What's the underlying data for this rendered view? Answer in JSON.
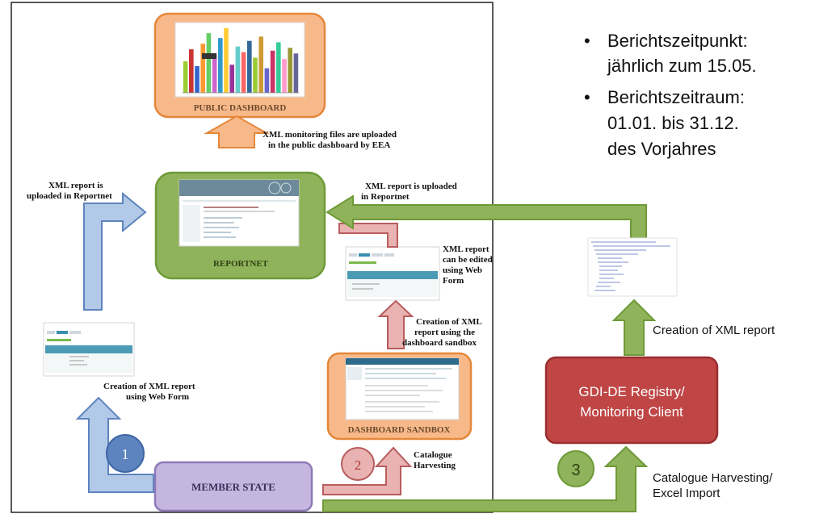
{
  "nodes": {
    "public_dashboard": "PUBLIC DASHBOARD",
    "reportnet": "REPORTNET",
    "dashboard_sandbox": "DASHBOARD SANDBOX",
    "member_state": "MEMBER STATE",
    "gdi_de_line1": "GDI-DE Registry/",
    "gdi_de_line2": "Monitoring Client"
  },
  "labels": {
    "xml_monitoring_1": "XML monitoring files are uploaded",
    "xml_monitoring_2": "in the public dashboard by EEA",
    "xml_uploaded_left_1": "XML report is",
    "xml_uploaded_left_2": "uploaded in Reportnet",
    "xml_uploaded_right_1": "XML report is uploaded",
    "xml_uploaded_right_2": "in Reportnet",
    "edited_1": "XML report",
    "edited_2": "can be edited",
    "edited_3": "using Web",
    "edited_4": "Form",
    "creation_sandbox_1": "Creation of XML",
    "creation_sandbox_2": "report using the",
    "creation_sandbox_3": "dashboard sandbox",
    "creation_webform_1": "Creation of XML report",
    "creation_webform_2": "using Web Form",
    "catalogue_1": "Catalogue",
    "catalogue_2": "Harvesting",
    "creation_xml_report": "Creation of XML report",
    "catalogue_excel_1": "Catalogue Harvesting/",
    "catalogue_excel_2": "Excel Import"
  },
  "steps": [
    "1",
    "2",
    "3"
  ],
  "bullets": [
    {
      "line1": "Berichtszeitpunkt:",
      "line2": "jährlich zum 15.05."
    },
    {
      "line1": "Berichtszeitraum:",
      "line2": "01.01. bis 31.12.",
      "line3": "des Vorjahres"
    }
  ],
  "bullet_symbol": "•",
  "dashboard_chart": {
    "values": [
      45,
      62,
      38,
      70,
      85,
      55,
      78,
      92,
      40,
      66,
      58,
      74,
      50,
      80,
      35,
      60,
      72,
      48,
      64,
      56
    ],
    "colors": [
      "#9acd32",
      "#cc3333",
      "#3366cc",
      "#ff9933",
      "#66cc66",
      "#cc66cc",
      "#3399cc",
      "#ffcc33",
      "#993399",
      "#66cccc",
      "#ff6666",
      "#336699",
      "#99cc33",
      "#cc9933",
      "#6666cc",
      "#cc3366",
      "#33cc99",
      "#ff99cc",
      "#999933",
      "#666699"
    ]
  },
  "colors": {
    "orange_fill": "#f8b98a",
    "orange_border": "#e5873a",
    "green_fill": "#8fb35a",
    "green_border": "#6e9a38",
    "blue_fill": "#b3c9e8",
    "blue_border": "#5e84bf",
    "red_fill": "#e9b3b3",
    "red_border": "#b85c5c",
    "purple_fill": "#c5b6e0",
    "purple_border": "#8f7ab8",
    "gdi_fill": "#c04646",
    "gdi_border": "#9a2e2e"
  }
}
